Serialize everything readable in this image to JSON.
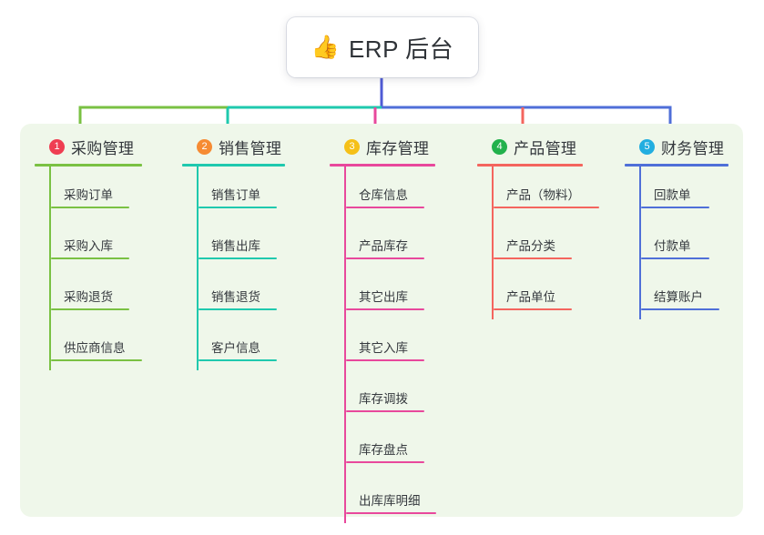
{
  "root": {
    "icon": "thumbs-up-icon",
    "emoji": "👍",
    "title": "ERP 后台"
  },
  "colors": {
    "panel_background": "#eff7ea",
    "page_background": "#ffffff",
    "root_stem": "#4f5bd5",
    "branch_1": "#7ac143",
    "branch_2": "#1fc9ae",
    "branch_3": "#e8489c",
    "branch_4": "#f4655e",
    "branch_5": "#4f6fd8",
    "badge_1": "#ef3e52",
    "badge_2": "#f68b33",
    "badge_3": "#f5c018",
    "badge_4": "#22b14c",
    "badge_5": "#22aee0",
    "title_text": "#33373c",
    "child_text": "#35393e"
  },
  "branches": [
    {
      "index": "1",
      "badge_color": "#ef3e52",
      "line_color": "#7ac143",
      "title": "采购管理",
      "rule_width": 118,
      "children": [
        {
          "label": "采购订单",
          "rule_width": 86
        },
        {
          "label": "采购入库",
          "rule_width": 86
        },
        {
          "label": "采购退货",
          "rule_width": 86
        },
        {
          "label": "供应商信息",
          "rule_width": 100
        }
      ]
    },
    {
      "index": "2",
      "badge_color": "#f68b33",
      "line_color": "#1fc9ae",
      "title": "销售管理",
      "rule_width": 113,
      "children": [
        {
          "label": "销售订单",
          "rule_width": 86
        },
        {
          "label": "销售出库",
          "rule_width": 86
        },
        {
          "label": "销售退货",
          "rule_width": 86
        },
        {
          "label": "客户信息",
          "rule_width": 86
        }
      ]
    },
    {
      "index": "3",
      "badge_color": "#f5c018",
      "line_color": "#e8489c",
      "title": "库存管理",
      "rule_width": 116,
      "children": [
        {
          "label": "仓库信息",
          "rule_width": 86
        },
        {
          "label": "产品库存",
          "rule_width": 86
        },
        {
          "label": "其它出库",
          "rule_width": 86
        },
        {
          "label": "其它入库",
          "rule_width": 86
        },
        {
          "label": "库存调拨",
          "rule_width": 86
        },
        {
          "label": "库存盘点",
          "rule_width": 86
        },
        {
          "label": "出库库明细",
          "rule_width": 99
        }
      ]
    },
    {
      "index": "4",
      "badge_color": "#22b14c",
      "line_color": "#f4655e",
      "title": "产品管理",
      "rule_width": 116,
      "children": [
        {
          "label": "产品（物料）",
          "rule_width": 116
        },
        {
          "label": "产品分类",
          "rule_width": 86
        },
        {
          "label": "产品单位",
          "rule_width": 86
        }
      ]
    },
    {
      "index": "5",
      "badge_color": "#22aee0",
      "line_color": "#4f6fd8",
      "title": "财务管理",
      "rule_width": 114,
      "children": [
        {
          "label": "回款单",
          "rule_width": 75
        },
        {
          "label": "付款单",
          "rule_width": 75
        },
        {
          "label": "结算账户",
          "rule_width": 86
        }
      ]
    }
  ]
}
